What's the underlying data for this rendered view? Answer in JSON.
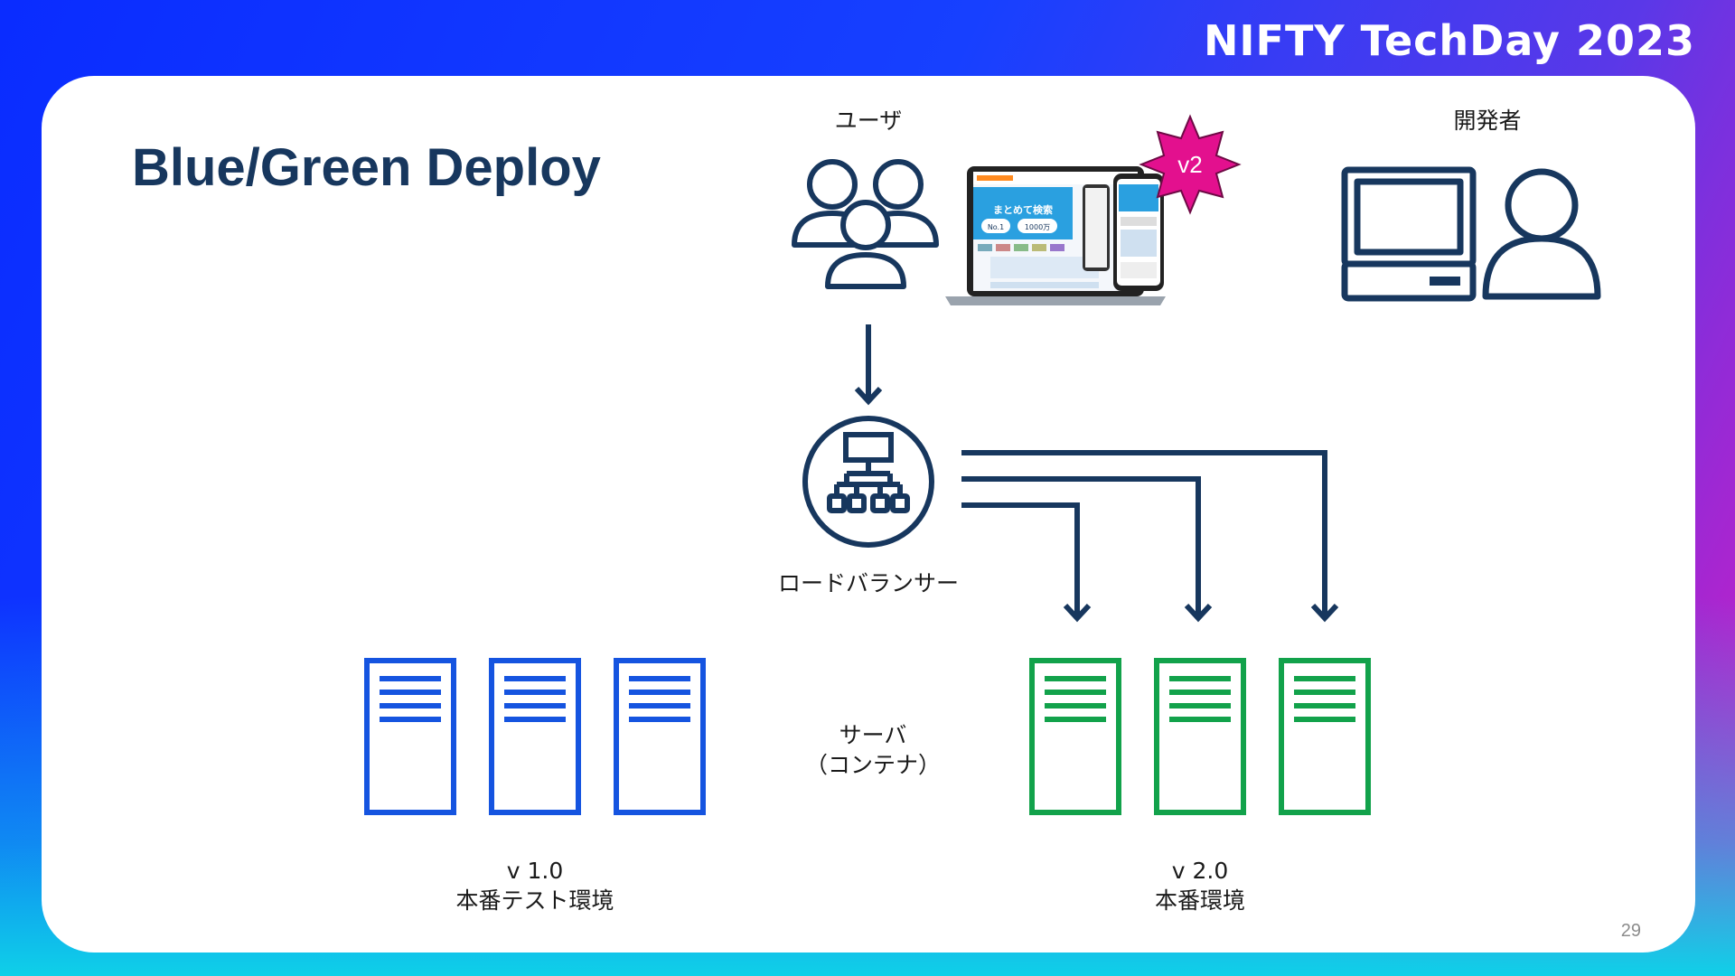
{
  "header": {
    "brand": "NIFTY TechDay 2023"
  },
  "slide": {
    "title": "Blue/Green Deploy",
    "page_number": "29"
  },
  "diagram": {
    "user_label": "ユーザ",
    "developer_label": "開発者",
    "version_badge": "v2",
    "load_balancer_label": "ロードバランサー",
    "server_label_line1": "サーバ",
    "server_label_line2": "（コンテナ）",
    "blue_env": {
      "version": "v 1.0",
      "name": "本番テスト環境",
      "color": "#1554e0"
    },
    "green_env": {
      "version": "v 2.0",
      "name": "本番環境",
      "color": "#12a24b"
    },
    "line_color": "#17375e",
    "badge_color": "#e3108e"
  },
  "screen_mock": {
    "headline": "まとめて検索",
    "badge_no1": "No.1",
    "badge_count": "1000万"
  }
}
